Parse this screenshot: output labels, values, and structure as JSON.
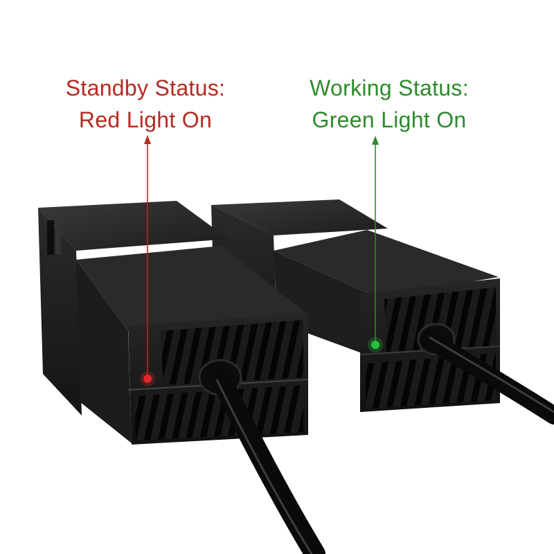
{
  "standby": {
    "line1": "Standby  Status:",
    "line2": "Red Light On",
    "color": "#b42a22"
  },
  "working": {
    "line1": "Working  Status:",
    "line2": "Green Light On",
    "color": "#2f8a2c"
  },
  "device_body_color": "#1a1a1a"
}
